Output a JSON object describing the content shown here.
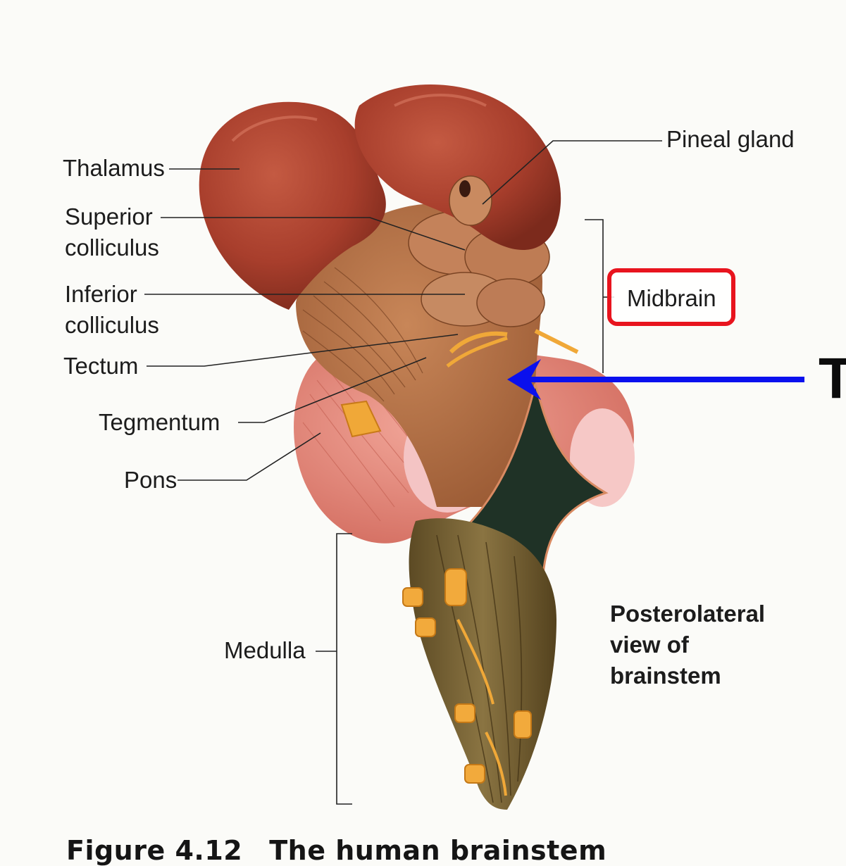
{
  "labels": {
    "thalamus": "Thalamus",
    "superior_1": "Superior",
    "superior_2": "colliculus",
    "inferior_1": "Inferior",
    "inferior_2": "colliculus",
    "tectum": "Tectum",
    "tegmentum": "Tegmentum",
    "pons": "Pons",
    "pineal": "Pineal gland",
    "midbrain": "Midbrain",
    "medulla": "Medulla",
    "view_1": "Posterolateral",
    "view_2": "view of",
    "view_3": "brainstem"
  },
  "annotation": {
    "letter": "T",
    "arrow_color": "#0a10ee",
    "box_color": "#e8141e"
  },
  "caption": {
    "figure": "Figure 4.12",
    "title": "The human brainstem"
  }
}
